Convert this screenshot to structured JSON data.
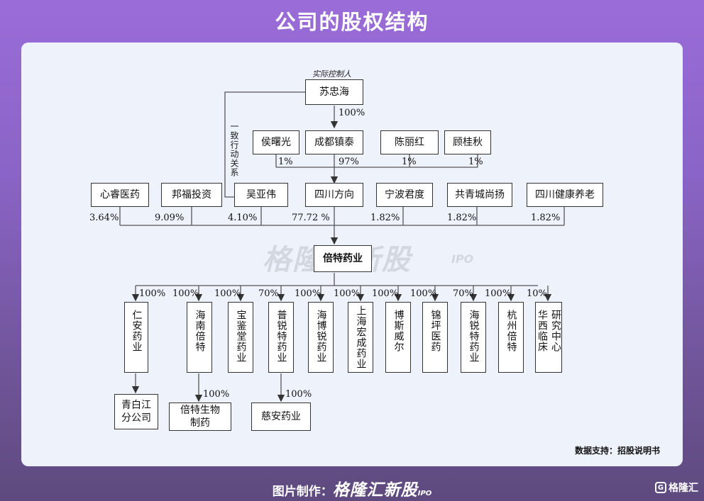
{
  "title": "公司的股权结构",
  "controller_label": "实际控制人",
  "acting_in_concert": "一致行动关系",
  "nodes": {
    "suzhonghai": "苏忠海",
    "houshuguang": "侯曙光",
    "chengdu_zhentai": "成都镇泰",
    "chen_lihong": "陈丽红",
    "gu_guiqiu": "顾桂秋",
    "xinrui": "心睿医药",
    "bangfu": "邦福投资",
    "wu_yawei": "吴亚伟",
    "sichuan_fangxiang": "四川方向",
    "ningbo_junduo": "宁波君度",
    "gongqing": "共青城尚扬",
    "sichuan_jiankang": "四川健康养老",
    "beite": "倍特药业"
  },
  "top_percents": {
    "suzhonghai_to_chengdu": "100%",
    "houshuguang": "1%",
    "chengdu": "97%",
    "chen_lihong": "1%",
    "gu_guiqiu": "1%"
  },
  "holder_percents": {
    "xinrui": "3.64%",
    "bangfu": "9.09%",
    "wu_yawei": "4.10%",
    "sichuan_fangxiang": "77.72 %",
    "ningbo_junduo": "1.82%",
    "gongqing": "1.82%",
    "sichuan_jiankang": "1.82%"
  },
  "subsidiaries": [
    {
      "name": "仁安药业",
      "pct": "100%"
    },
    {
      "name": "海南倍特",
      "pct": "100%"
    },
    {
      "name": "宝鉴堂药业",
      "pct": "100%"
    },
    {
      "name": "普锐特药业",
      "pct": "70%"
    },
    {
      "name": "海博锐药业",
      "pct": "100%"
    },
    {
      "name": "上海宏成药业",
      "pct": "100%"
    },
    {
      "name": "博斯威尔",
      "pct": "100%"
    },
    {
      "name": "锦坪医药",
      "pct": "100%"
    },
    {
      "name": "海锐特药业",
      "pct": "70%"
    },
    {
      "name": "杭州倍特",
      "pct": "100%"
    },
    {
      "name": "华西临床研究中心",
      "col1": "华西临床",
      "col2": "研究中心",
      "pct": "10%"
    }
  ],
  "second_level": [
    {
      "name": "青白江分公司",
      "line1": "青白江",
      "line2": "分公司",
      "pct": ""
    },
    {
      "name": "倍特生物制药",
      "line1": "倍特生物",
      "line2": "制药",
      "pct": "100%"
    },
    {
      "name": "慈安药业",
      "pct": "100%"
    }
  ],
  "watermark": {
    "text": "格隆汇新股",
    "suffix": "IPO"
  },
  "source": "数据支持：招股说明书",
  "footer": {
    "prefix": "图片制作：",
    "brand": "格隆汇新股",
    "suffix": "IPO"
  },
  "corner_logo": "格隆汇"
}
